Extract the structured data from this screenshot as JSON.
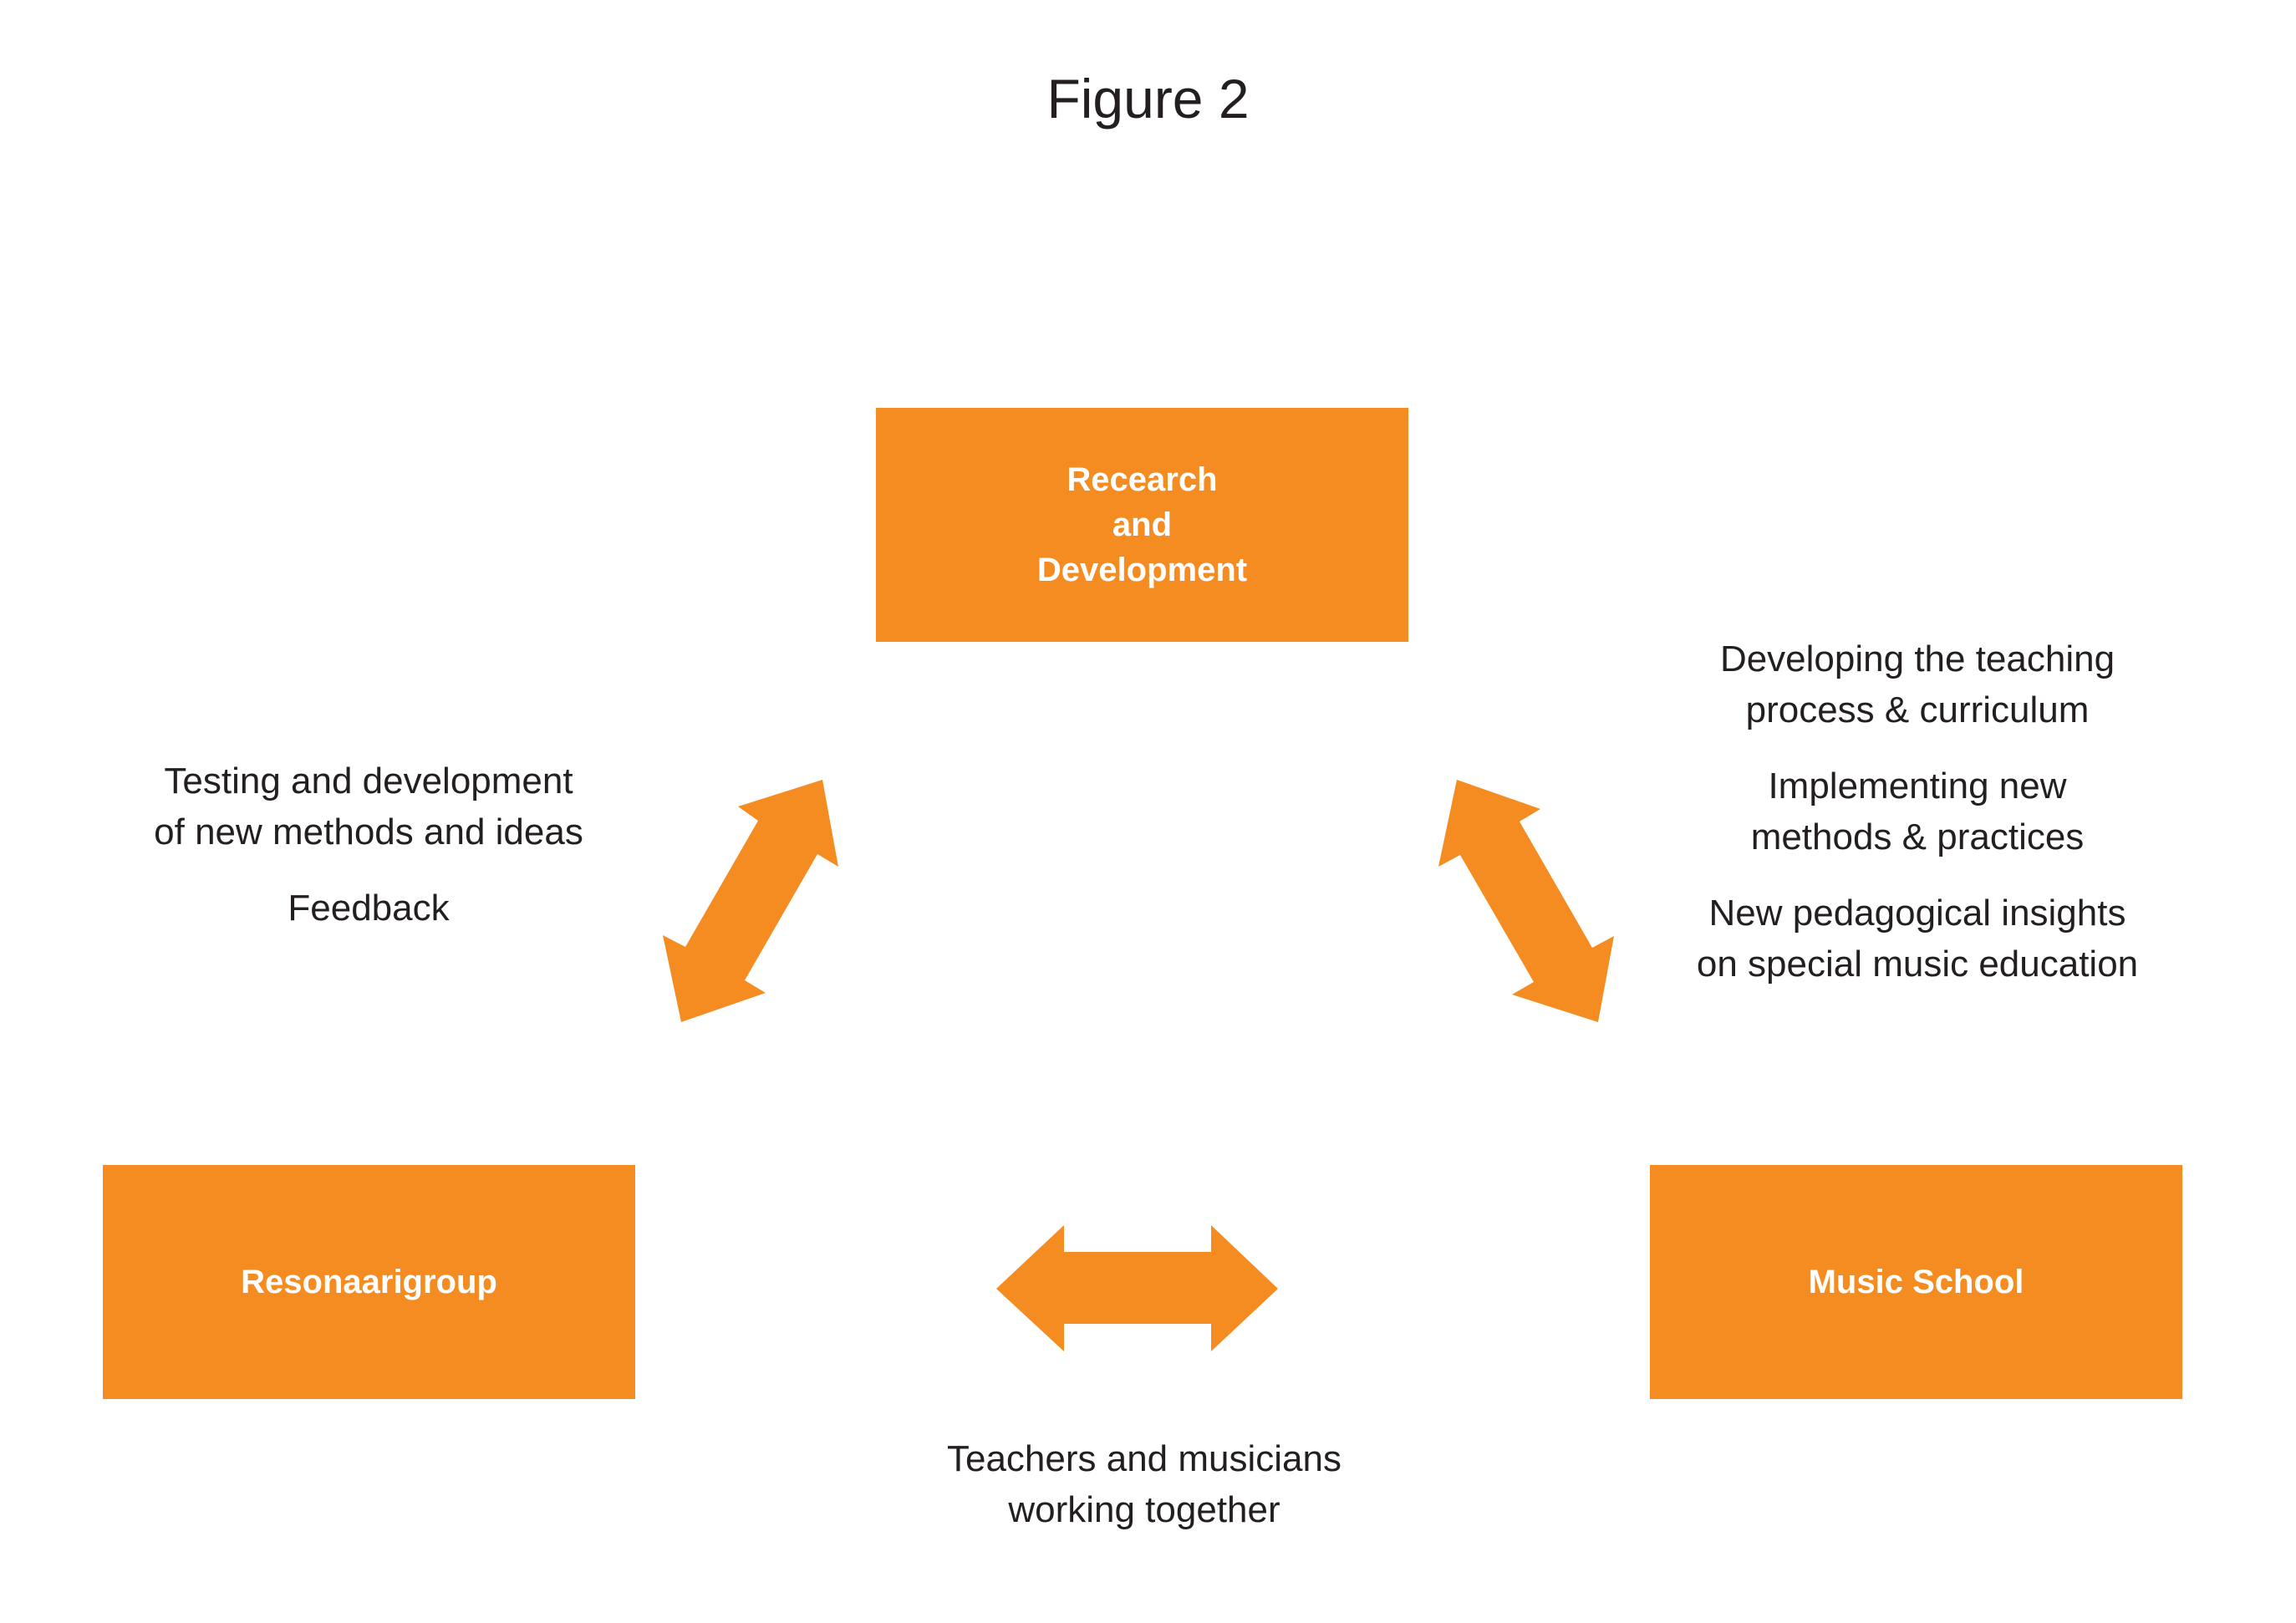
{
  "figure": {
    "title": "Figure 2",
    "accent_color": "#F58C21",
    "text_color": "#231F20"
  },
  "nodes": {
    "research_development": {
      "lines": [
        "Recearch",
        "and",
        "Development"
      ]
    },
    "resonaarigroup": {
      "label": "Resonaarigroup"
    },
    "music_school": {
      "label": "Music School"
    }
  },
  "edges": [
    {
      "from": "Resonaarigroup",
      "to": "Research and Development",
      "type": "bidirectional",
      "caption_groups": [
        [
          "Testing and development",
          "of new methods and ideas"
        ],
        [
          "Feedback"
        ]
      ]
    },
    {
      "from": "Research and Development",
      "to": "Music School",
      "type": "bidirectional",
      "caption_groups": [
        [
          "Developing the teaching",
          "process & curriculum"
        ],
        [
          "Implementing new",
          "methods & practices"
        ],
        [
          "New pedagogical insights",
          "on special music education"
        ]
      ]
    },
    {
      "from": "Resonaarigroup",
      "to": "Music School",
      "type": "bidirectional",
      "caption_groups": [
        [
          "Teachers and musicians",
          "working together"
        ]
      ]
    }
  ]
}
